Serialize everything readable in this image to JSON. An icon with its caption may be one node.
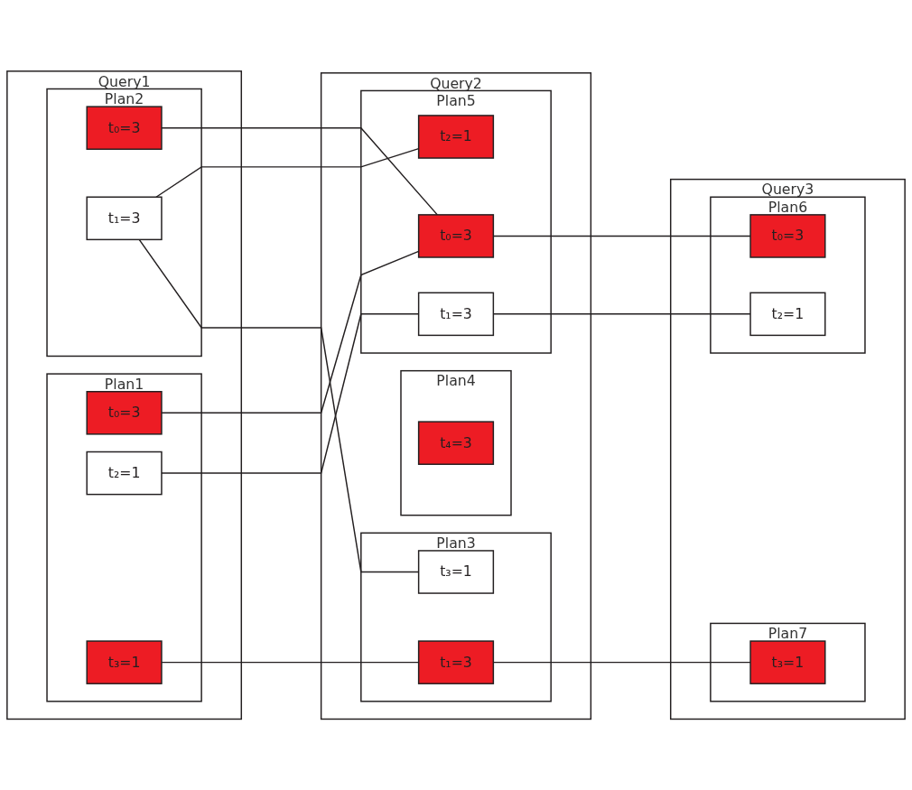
{
  "diagram": {
    "nodes": [
      {
        "text": [
          "Query1"
        ]
      },
      {
        "text": [
          "Plan1"
        ],
        "in": 0
      },
      {
        "text": [
          "t₀=3"
        ],
        "in": 1
      },
      {
        "text": [
          "t₂=1"
        ],
        "in": 1
      },
      {
        "text": [
          "t₃=1"
        ],
        "in": 1
      },
      {
        "text": [
          "Plan2"
        ],
        "in": 0
      },
      {
        "text": [
          "t₀=3"
        ],
        "in": 5
      },
      {
        "text": [
          "t₁=3"
        ],
        "in": 5
      },
      {
        "text": [
          "Query2"
        ]
      },
      {
        "text": [
          "Plan3"
        ],
        "in": 8
      },
      {
        "text": [
          "t₁=3"
        ],
        "in": 9
      },
      {
        "text": [
          "t₃=1"
        ],
        "in": 9
      },
      {
        "text": [
          "Plan4"
        ],
        "in": 8
      },
      {
        "text": [
          "t₄=3"
        ],
        "in": 12
      },
      {
        "text": [
          "Plan5"
        ],
        "in": 8
      },
      {
        "text": [
          "t₀=3"
        ],
        "in": 14
      },
      {
        "text": [
          "t₁=3"
        ],
        "in": 14
      },
      {
        "text": [
          "t₂=1"
        ],
        "in": 14
      },
      {
        "text": [
          "Query3"
        ]
      },
      {
        "text": [
          "Plan6"
        ],
        "in": 18
      },
      {
        "text": [
          "t₀=3"
        ],
        "in": 19
      },
      {
        "text": [
          "t₂=1"
        ],
        "in": 19
      },
      {
        "text": [
          "Plan7"
        ],
        "in": 18
      },
      {
        "text": [
          "t₃=1"
        ],
        "in": 22
      }
    ],
    "edges": [
      {
        "from": 2,
        "to": 15,
        "arrow": "none"
      },
      {
        "from": 3,
        "to": 16,
        "arrow": "none"
      },
      {
        "from": 4,
        "to": 10,
        "arrow": "none"
      },
      {
        "from": 6,
        "to": 15,
        "arrow": "none"
      },
      {
        "from": 7,
        "to": 11,
        "arrow": "none"
      },
      {
        "from": 7,
        "to": 17,
        "arrow": "none"
      },
      {
        "from": 10,
        "to": 23,
        "arrow": "none"
      },
      {
        "from": 15,
        "to": 20,
        "arrow": "none"
      },
      {
        "from": 16,
        "to": 21,
        "arrow": "none"
      }
    ]
  }
}
